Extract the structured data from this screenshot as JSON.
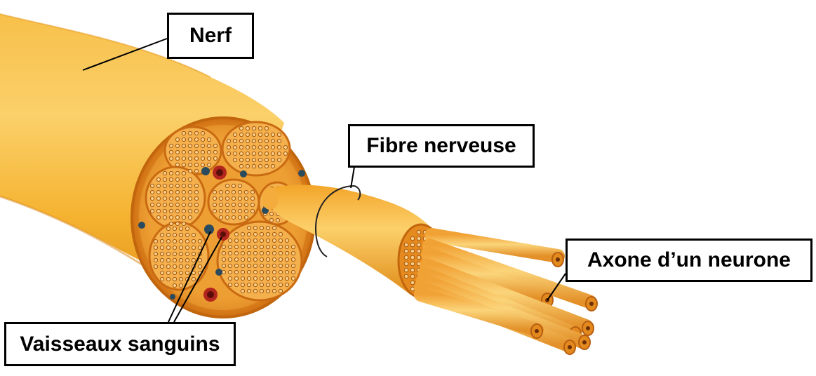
{
  "labels": {
    "nerf": "Nerf",
    "fibre": "Fibre nerveuse",
    "axone": "Axone d’un neurone",
    "vaisseaux": "Vaisseaux sanguins"
  },
  "colors": {
    "nerve_light": "#fbd26a",
    "nerve_mid": "#f5b331",
    "nerve_dark": "#e07b10",
    "cross_section": "#e58a1f",
    "fascicle": "#f3b04c",
    "vessel_red": "#b3261e",
    "vessel_blue": "#2a4a5e"
  }
}
